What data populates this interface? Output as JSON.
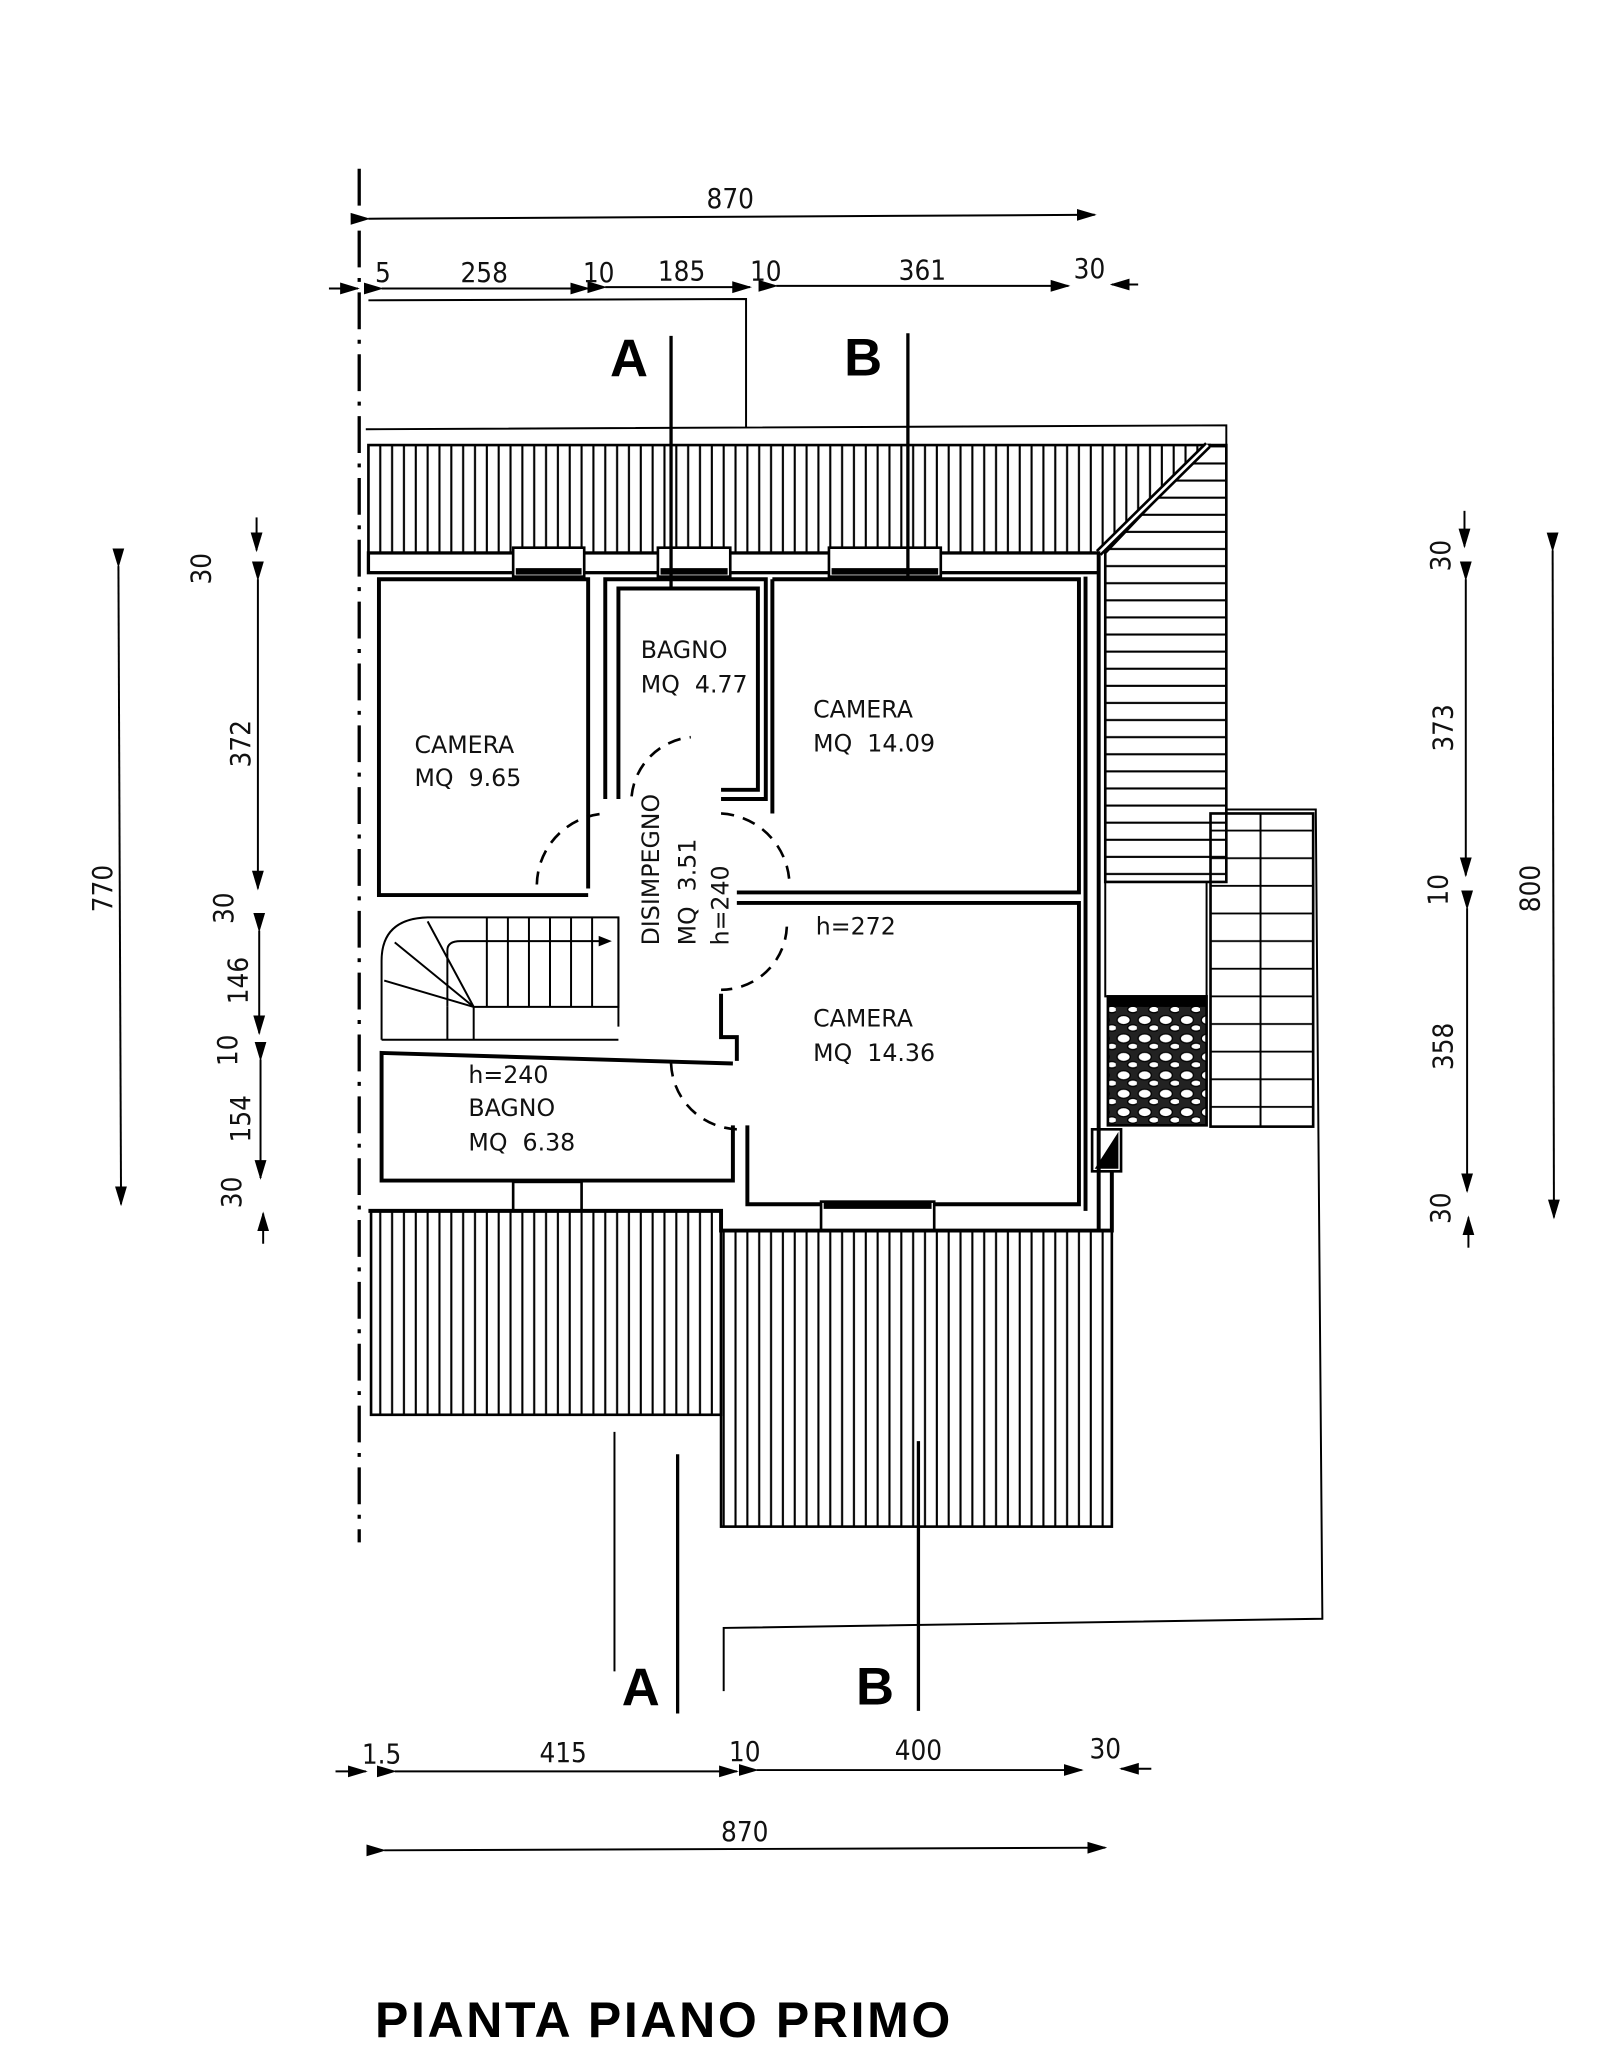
{
  "title": "PIANTA PIANO PRIMO",
  "sections": {
    "a_top": "A",
    "b_top": "B",
    "a_bottom": "A",
    "b_bottom": "B"
  },
  "top_dims": {
    "total": "870",
    "parts": [
      "5",
      "258",
      "10",
      "185",
      "10",
      "361",
      "30"
    ]
  },
  "bottom_dims": {
    "total": "870",
    "parts": [
      "1.5",
      "415",
      "10",
      "400",
      "30"
    ]
  },
  "left_dims": {
    "total": "770",
    "parts": [
      "30",
      "372",
      "30",
      "146",
      "10",
      "154",
      "30"
    ]
  },
  "right_dims": {
    "total": "800",
    "parts": [
      "30",
      "373",
      "10",
      "358",
      "30"
    ]
  },
  "rooms": {
    "camera1": {
      "name": "CAMERA",
      "area": "MQ  9.65"
    },
    "bagno1": {
      "name": "BAGNO",
      "area": "MQ  4.77"
    },
    "camera2": {
      "name": "CAMERA",
      "area": "MQ  14.09"
    },
    "disimpegno": {
      "name": "DISIMPEGNO",
      "area": "MQ  3.51",
      "height": "h=240"
    },
    "camera3": {
      "name": "CAMERA",
      "area": "MQ  14.36",
      "height": "h=272"
    },
    "bagno2": {
      "name": "BAGNO",
      "area": "MQ  6.38",
      "height": "h=240"
    }
  }
}
